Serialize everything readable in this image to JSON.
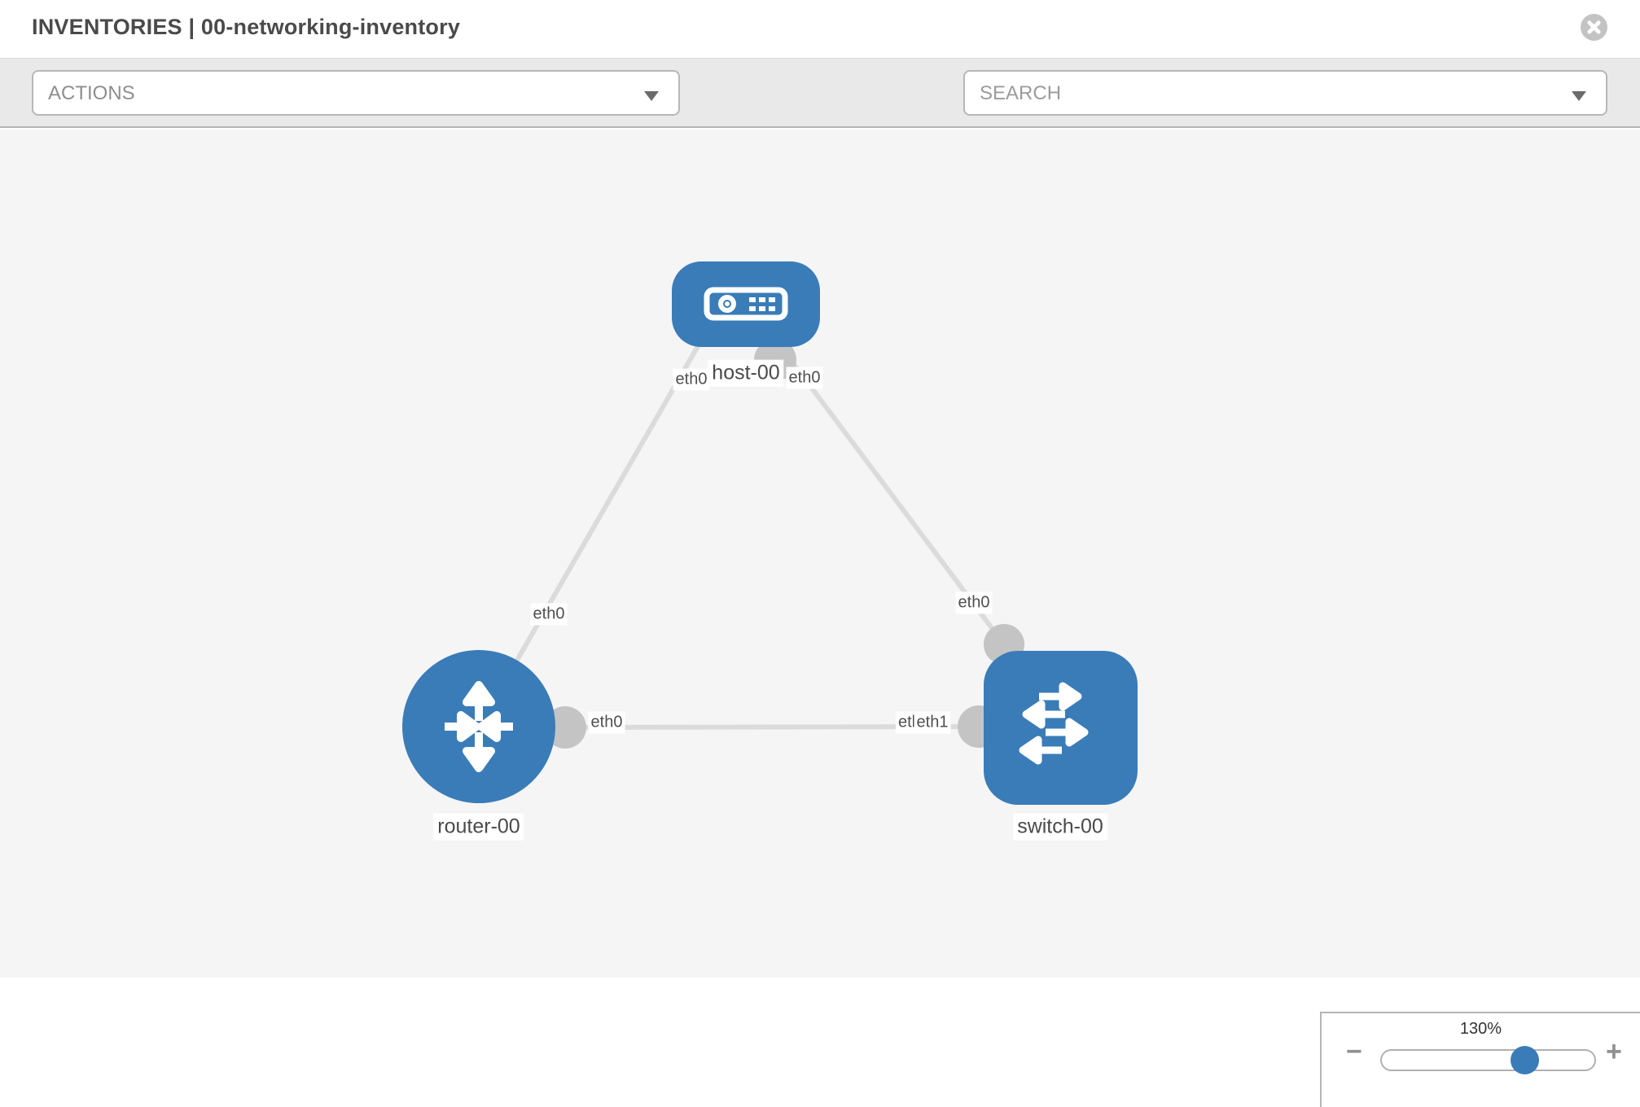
{
  "header": {
    "title": "INVENTORIES | 00-networking-inventory"
  },
  "toolbar": {
    "actions_label": "ACTIONS",
    "search_placeholder": "SEARCH"
  },
  "topology": {
    "nodes": [
      {
        "label": "host-00",
        "type": "host"
      },
      {
        "label": "router-00",
        "type": "router"
      },
      {
        "label": "switch-00",
        "type": "switch"
      }
    ],
    "links": [
      {
        "from": "host-00",
        "to": "router-00",
        "from_interface": "eth0",
        "to_interface": "eth0"
      },
      {
        "from": "host-00",
        "to": "switch-00",
        "from_interface": "eth0",
        "to_interface": "eth0"
      },
      {
        "from": "router-00",
        "to": "switch-00",
        "from_interface": "eth0",
        "to_interface": "eth1",
        "overlap_label": "eth0"
      }
    ]
  },
  "zoom_control": {
    "level": "130%",
    "minus_label": "−",
    "plus_label": "+"
  },
  "colors": {
    "node_blue": "#3a7cb8",
    "link_gray": "#dbdbdb",
    "port_gray": "#c4c4c4",
    "toolbar_gray": "#e9e9e9",
    "canvas_gray": "#f5f5f5"
  }
}
